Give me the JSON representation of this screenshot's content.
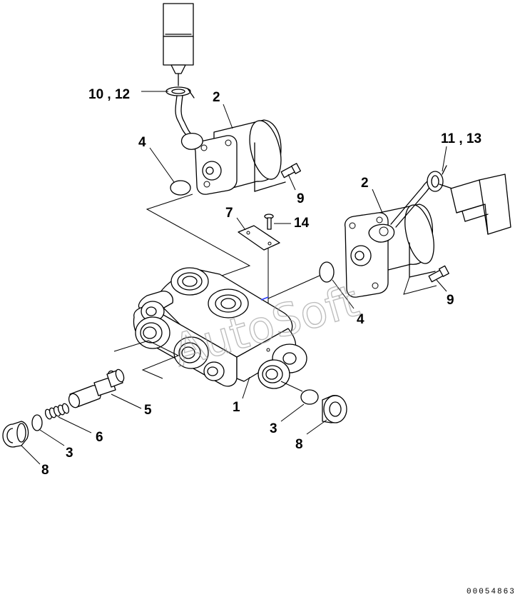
{
  "callouts": {
    "c1": "1",
    "c2a": "2",
    "c2b": "2",
    "c3a": "3",
    "c3b": "3",
    "c4a": "4",
    "c4b": "4",
    "c5": "5",
    "c6": "6",
    "c7": "7",
    "c8a": "8",
    "c8b": "8",
    "c9a": "9",
    "c9b": "9",
    "c10_12": "10 , 12",
    "c11_13": "11 , 13",
    "c14": "14"
  },
  "watermark": "AutoSoft",
  "document_number": "00054863",
  "colors": {
    "line": "#000000",
    "watermark": "#9a9a9a",
    "accent_mark": "#2a3cff"
  }
}
